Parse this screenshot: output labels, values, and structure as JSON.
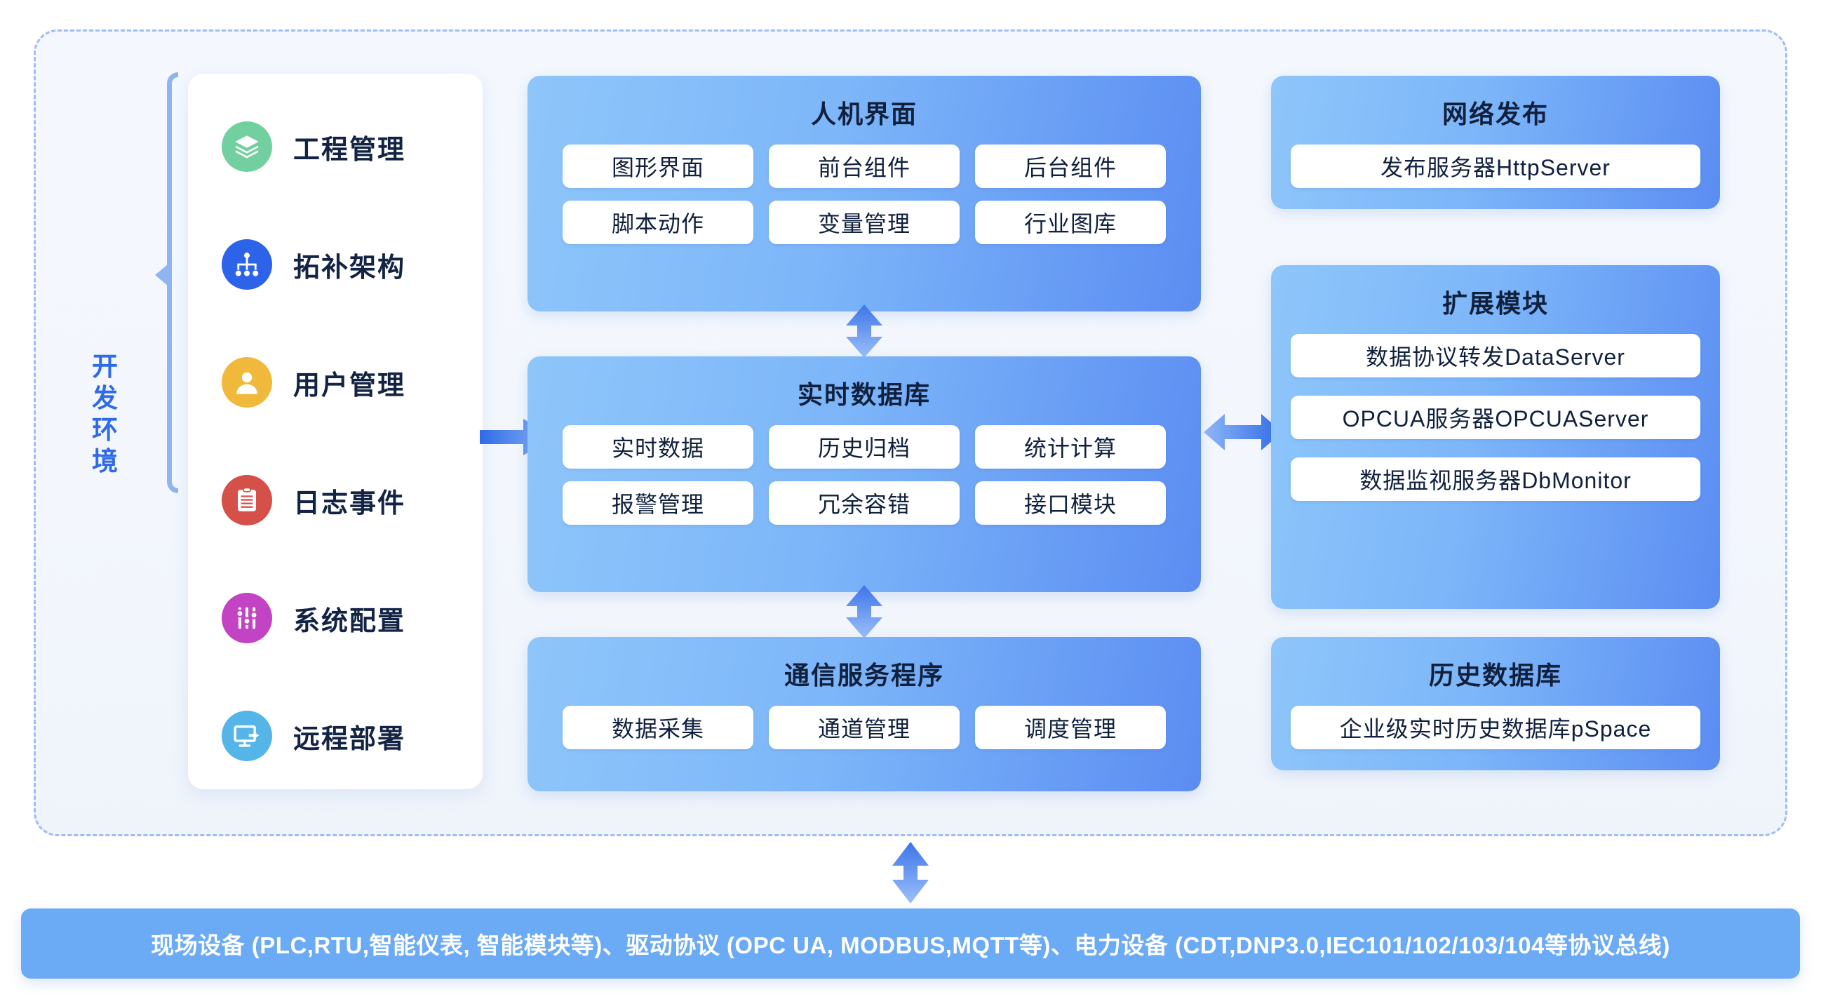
{
  "dev_environment": {
    "label": "开发环境",
    "items": [
      {
        "label": "工程管理",
        "icon": "layers-icon",
        "color": "#72D0A0"
      },
      {
        "label": "拓补架构",
        "icon": "sitemap-icon",
        "color": "#2C63E8"
      },
      {
        "label": "用户管理",
        "icon": "user-icon",
        "color": "#F0B93C"
      },
      {
        "label": "日志事件",
        "icon": "clipboard-icon",
        "color": "#D6504A"
      },
      {
        "label": "系统配置",
        "icon": "sliders-icon",
        "color": "#C244C4"
      },
      {
        "label": "远程部署",
        "icon": "remote-screen-icon",
        "color": "#55B5E8"
      }
    ]
  },
  "panels": {
    "hmi": {
      "title": "人机界面",
      "chips": [
        "图形界面",
        "前台组件",
        "后台组件",
        "脚本动作",
        "变量管理",
        "行业图库"
      ]
    },
    "realtime_db": {
      "title": "实时数据库",
      "chips": [
        "实时数据",
        "历史归档",
        "统计计算",
        "报警管理",
        "冗余容错",
        "接口模块"
      ]
    },
    "comm_service": {
      "title": "通信服务程序",
      "chips": [
        "数据采集",
        "通道管理",
        "调度管理"
      ]
    },
    "web_publish": {
      "title": "网络发布",
      "chips": [
        "发布服务器HttpServer"
      ]
    },
    "extension": {
      "title": "扩展模块",
      "chips": [
        "数据协议转发DataServer",
        "OPCUA服务器OPCUAServer",
        "数据监视服务器DbMonitor"
      ]
    },
    "history_db": {
      "title": "历史数据库",
      "chips": [
        "企业级实时历史数据库pSpace"
      ]
    }
  },
  "bottom_bar": {
    "text": "现场设备 (PLC,RTU,智能仪表, 智能模块等)、驱动协议 (OPC UA, MODBUS,MQTT等)、电力设备 (CDT,DNP3.0,IEC101/102/103/104等协议总线)"
  },
  "colors": {
    "accent": "#2F6BE8",
    "panel_gradient_start": "#8EC6FA",
    "panel_gradient_end": "#5B8DF2",
    "bottom_bar": "#6BAAF4",
    "dashed_border": "#9DBDF5"
  }
}
